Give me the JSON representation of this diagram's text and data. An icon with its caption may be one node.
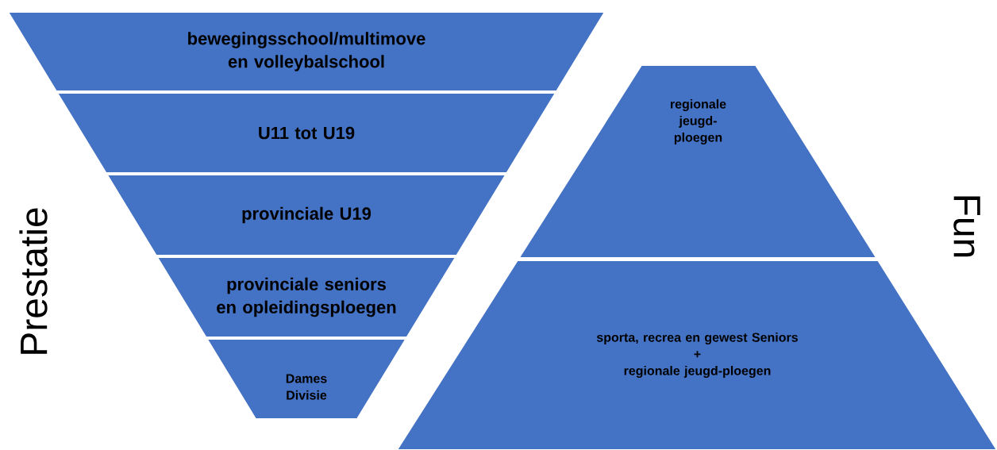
{
  "diagram": {
    "nodes": [
      {
        "text": [
          "bewegingsschool/multimove en volleybalschool"
        ]
      },
      {
        "text": [
          "U11 tot U19"
        ]
      },
      {
        "text": [
          "provinciale U19"
        ]
      },
      {
        "text": [
          "provinciale seniors en opleidingsploegen"
        ]
      },
      {
        "text": [
          "Dames Divisie"
        ]
      },
      {
        "text": [
          "regionale jeugd-ploegen"
        ]
      },
      {
        "text": [
          "sporta, recrea en gewest Seniors",
          "+",
          "regionale jeugd-ploegen"
        ]
      }
    ],
    "labels": [
      "Prestatie",
      "Fun"
    ]
  }
}
